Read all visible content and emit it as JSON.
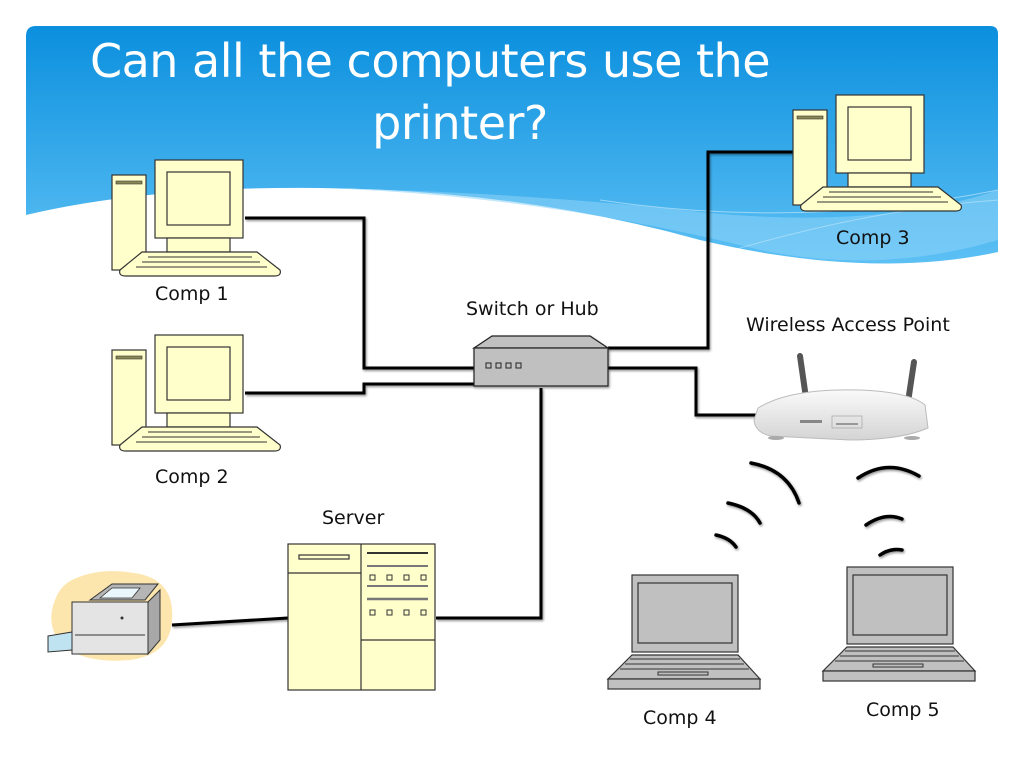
{
  "slide": {
    "title_line1": "Can all the computers use the",
    "title_line2": "printer?",
    "colors": {
      "banner_top": "#0b8fde",
      "banner_bottom": "#5cc0f4",
      "desktop_fill": "#ffffcc",
      "laptop_fill": "#c0c0c0",
      "switch_fill": "#c0c0c0",
      "cable": "#000000"
    }
  },
  "devices": {
    "comp1": {
      "label": "Comp 1",
      "type": "desktop",
      "connection": "wired"
    },
    "comp2": {
      "label": "Comp 2",
      "type": "desktop",
      "connection": "wired"
    },
    "comp3": {
      "label": "Comp 3",
      "type": "desktop",
      "connection": "wired"
    },
    "comp4": {
      "label": "Comp 4",
      "type": "laptop",
      "connection": "wireless"
    },
    "comp5": {
      "label": "Comp 5",
      "type": "laptop",
      "connection": "wireless"
    },
    "switch": {
      "label": "Switch or Hub",
      "type": "switch"
    },
    "wap": {
      "label": "Wireless Access Point",
      "type": "router"
    },
    "server": {
      "label": "Server",
      "type": "server"
    },
    "printer": {
      "label": "",
      "type": "printer"
    }
  },
  "links": [
    {
      "from": "comp1",
      "to": "switch",
      "kind": "cable"
    },
    {
      "from": "comp2",
      "to": "switch",
      "kind": "cable"
    },
    {
      "from": "comp3",
      "to": "switch",
      "kind": "cable"
    },
    {
      "from": "wap",
      "to": "switch",
      "kind": "cable"
    },
    {
      "from": "server",
      "to": "switch",
      "kind": "cable"
    },
    {
      "from": "printer",
      "to": "server",
      "kind": "cable"
    },
    {
      "from": "wap",
      "to": "comp4",
      "kind": "wireless"
    },
    {
      "from": "wap",
      "to": "comp5",
      "kind": "wireless"
    }
  ]
}
